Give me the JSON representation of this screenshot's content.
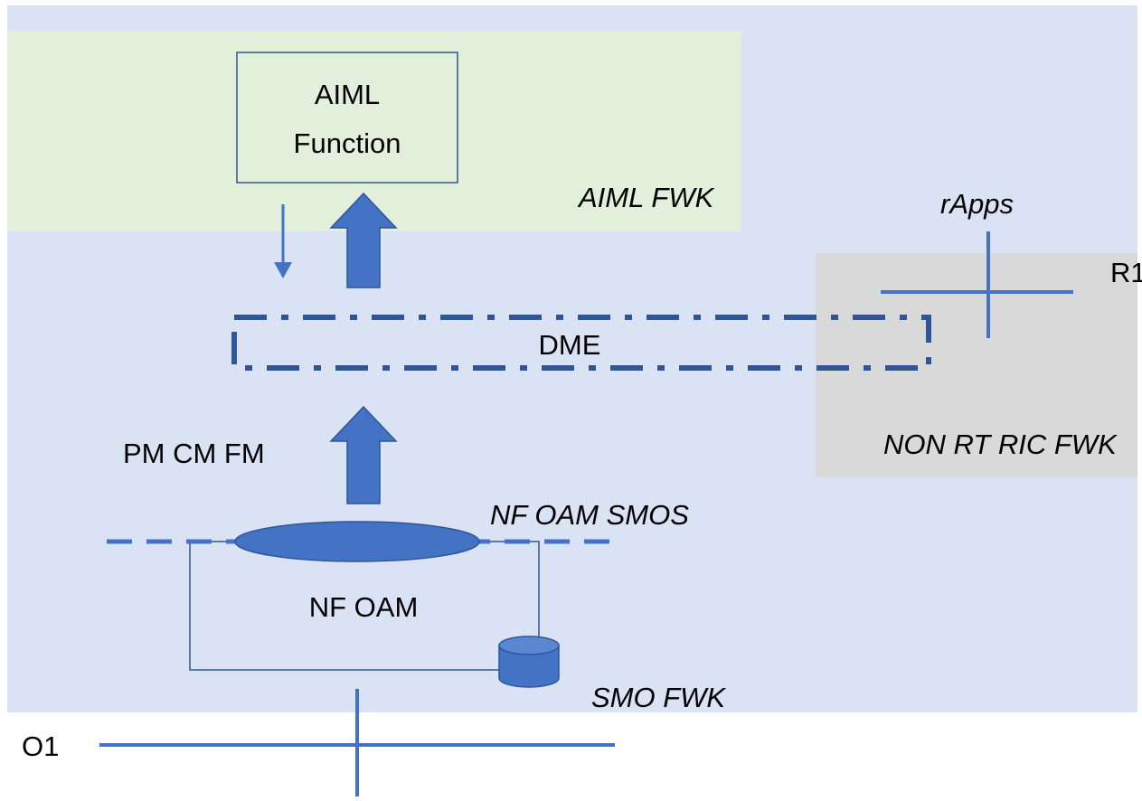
{
  "diagram": {
    "frameworks": {
      "smo": "SMO FWK",
      "aiml": "AIML FWK",
      "nonrtric": "NON RT RIC FWK"
    },
    "function_box": {
      "line1": "AIML",
      "line2": "Function"
    },
    "dme": "DME",
    "interfaces": {
      "r1": "R1",
      "o1": "O1",
      "rapps": "rApps"
    },
    "data_types": "PM CM FM",
    "nf_oam_smos": "NF OAM SMOS",
    "nf_oam": "NF OAM"
  },
  "colors": {
    "smo_bg": "#dae3f3",
    "aiml_bg": "#e2efda",
    "nonrtric_bg": "#d9d9d9",
    "accent": "#4472c4",
    "dme_border": "#2f5597"
  }
}
